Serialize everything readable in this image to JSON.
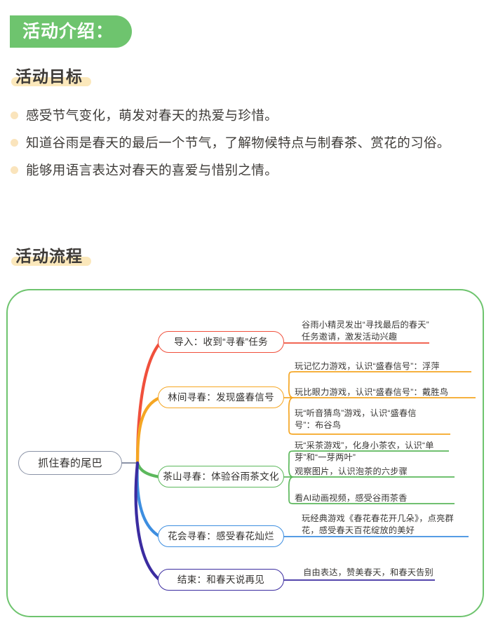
{
  "header": {
    "badge_label": "活动介绍："
  },
  "sections": {
    "goal": {
      "heading": "活动目标",
      "bullets": [
        "感受节气变化，萌发对春天的热爱与珍惜。",
        "知道谷雨是春天的最后一个节气，了解物候特点与制春茶、赏花的习俗。",
        "能够用语言表达对春天的喜爱与惜别之情。"
      ]
    },
    "flow": {
      "heading": "活动流程"
    }
  },
  "mindmap": {
    "root": {
      "label": "抓住春的尾巴",
      "color": "#8a92a6"
    },
    "branches": [
      {
        "label": "导入：收到“寻春”任务",
        "color": "#f0503c",
        "leaves": [
          "谷雨小精灵发出“寻找最后的春天”任务邀请，激发活动兴趣"
        ]
      },
      {
        "label": "林间寻春：发现盛春信号",
        "color": "#f5a623",
        "leaves": [
          "玩记忆力游戏，认识“盛春信号”：浮萍",
          "玩比眼力游戏，认识“盛春信号”：戴胜鸟",
          "玩“听音猜鸟”游戏，认识“盛春信号”：布谷鸟"
        ]
      },
      {
        "label": "茶山寻春：体验谷雨茶文化",
        "color": "#5cb85c",
        "leaves": [
          "玩“采茶游戏”，化身小茶农，认识“单芽”和“一芽两叶”",
          "观察图片，认识泡茶的六步骤",
          "看AI动画视频，感受谷雨茶香"
        ]
      },
      {
        "label": "花会寻春：感受春花灿烂",
        "color": "#3d8ee0",
        "leaves": [
          "玩经典游戏《春花春花开几朵》，点亮群花，感受春天百花绽放的美好"
        ]
      },
      {
        "label": "结束：和春天说再见",
        "color": "#3b2ca0",
        "leaves": [
          "自由表达，赞美春天，和春天告别"
        ]
      }
    ],
    "frame_color": "#6ec46e"
  },
  "theme": {
    "badge_bg": "#6ec46e",
    "highlight": "#fbe8bb",
    "bullet": "#fae4bc",
    "text": "#3b3b3b"
  }
}
